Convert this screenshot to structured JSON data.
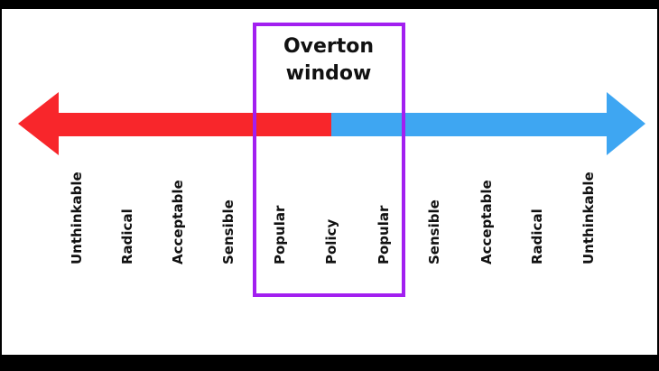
{
  "window": {
    "title_line1": "Overton",
    "title_line2": "window"
  },
  "spectrum_labels": [
    "Unthinkable",
    "Radical",
    "Acceptable",
    "Sensible",
    "Popular",
    "Policy",
    "Popular",
    "Sensible",
    "Acceptable",
    "Radical",
    "Unthinkable"
  ],
  "colors": {
    "left_arrow": "#f8262b",
    "right_arrow": "#3ea6f2",
    "window_border": "#a21ff0",
    "text": "#111111",
    "frame": "#000000",
    "background": "#ffffff"
  }
}
